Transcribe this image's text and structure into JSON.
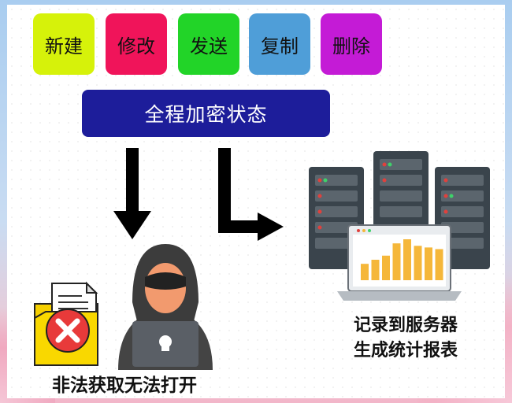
{
  "colors": {
    "btn_new": "#d6f20a",
    "btn_edit": "#f0145a",
    "btn_send": "#22d428",
    "btn_copy": "#4f9ed8",
    "btn_delete": "#c41bd6",
    "state_bar": "#1d1d9a",
    "arrow": "#000000",
    "server": "#3a444c",
    "chart_bar": "#f5b73a"
  },
  "operations": [
    {
      "label": "新建"
    },
    {
      "label": "修改"
    },
    {
      "label": "发送"
    },
    {
      "label": "复制"
    },
    {
      "label": "删除"
    }
  ],
  "state": {
    "label": "全程加密状态"
  },
  "left_outcome": {
    "caption": "非法获取无法打开",
    "icon": "locked-file-icon",
    "actor_icon": "hacker-icon"
  },
  "right_outcome": {
    "caption_line1": "记录到服务器",
    "caption_line2": "生成统计报表",
    "icon": "server-rack-icon",
    "report_icon": "laptop-bar-chart-icon"
  },
  "report_chart": {
    "values": [
      2.0,
      2.5,
      3.0,
      4.5,
      5.0,
      4.2,
      4.0,
      3.8
    ]
  }
}
